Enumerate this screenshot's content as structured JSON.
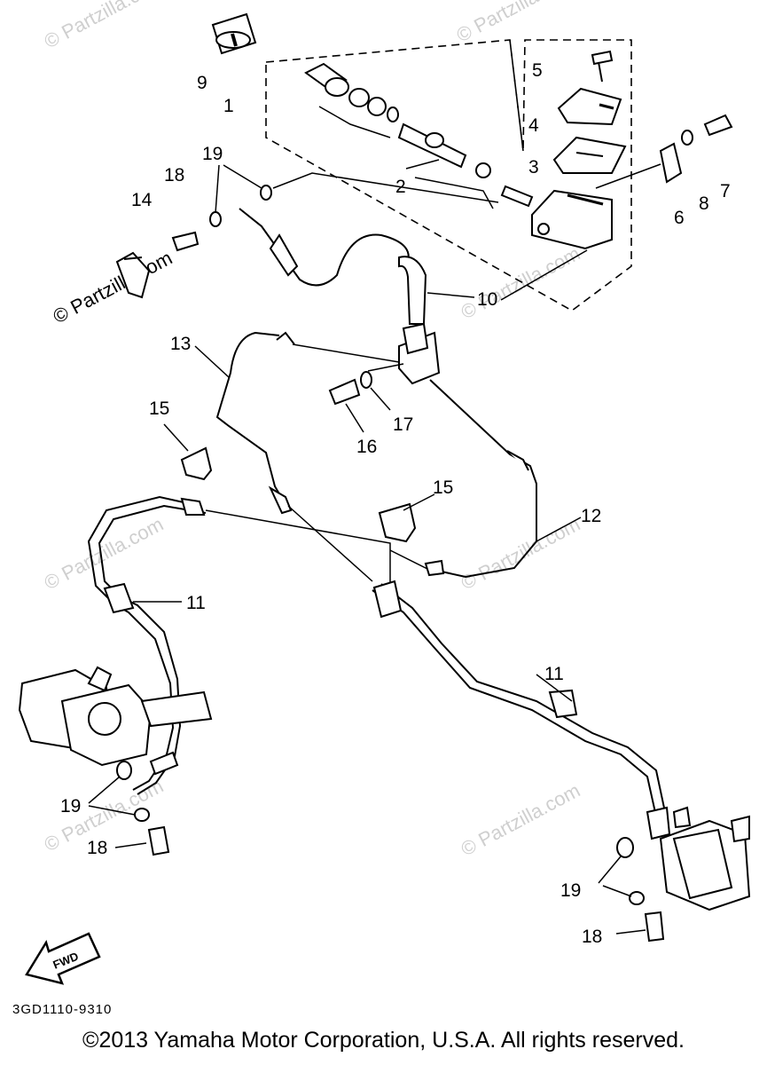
{
  "diagram_code": "3GD1110-9310",
  "copyright": "©2013 Yamaha Motor Corporation, U.S.A. All rights reserved.",
  "watermark": "© Partzilla.com",
  "fwd_label": "FWD",
  "callouts": {
    "c1": "1",
    "c2": "2",
    "c3": "3",
    "c4": "4",
    "c5": "5",
    "c6": "6",
    "c7": "7",
    "c8": "8",
    "c9": "9",
    "c10": "10",
    "c11a": "11",
    "c11b": "11",
    "c12": "12",
    "c13": "13",
    "c14": "14",
    "c15a": "15",
    "c15b": "15",
    "c16": "16",
    "c17": "17",
    "c18a": "18",
    "c18b": "18",
    "c18c": "18",
    "c19a": "19",
    "c19b": "19",
    "c19c": "19"
  }
}
